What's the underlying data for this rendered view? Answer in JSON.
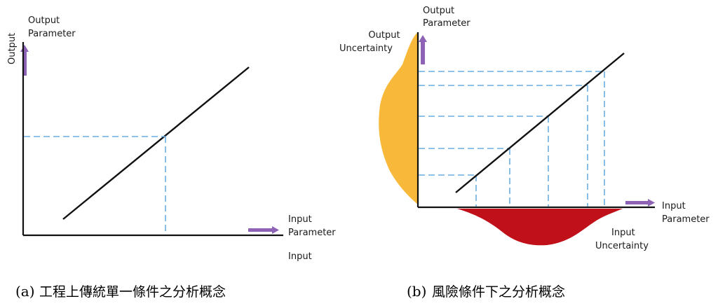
{
  "panel_a": {
    "y_axis_title": "Output",
    "y_param_line1": "Output",
    "y_param_line2": "Parameter",
    "x_param_line1": "Input",
    "x_param_line2": "Parameter",
    "x_axis_title": "Input",
    "caption_prefix": "(a)",
    "caption_text": "工程上傳統單一條件之分析概念"
  },
  "panel_b": {
    "y_param_line1": "Output",
    "y_param_line2": "Parameter",
    "out_unc_line1": "Output",
    "out_unc_line2": "Uncertainty",
    "x_param_line1": "Input",
    "x_param_line2": "Parameter",
    "in_unc_line1": "Input",
    "in_unc_line2": "Uncertainty",
    "caption_prefix": "(b)",
    "caption_text": "風險條件下之分析概念"
  },
  "colors": {
    "axis": "#111111",
    "dash": "#6aaee0",
    "arrow": "#8e62b4",
    "output_distribution": "#f8b93a",
    "input_distribution": "#c0101a"
  }
}
